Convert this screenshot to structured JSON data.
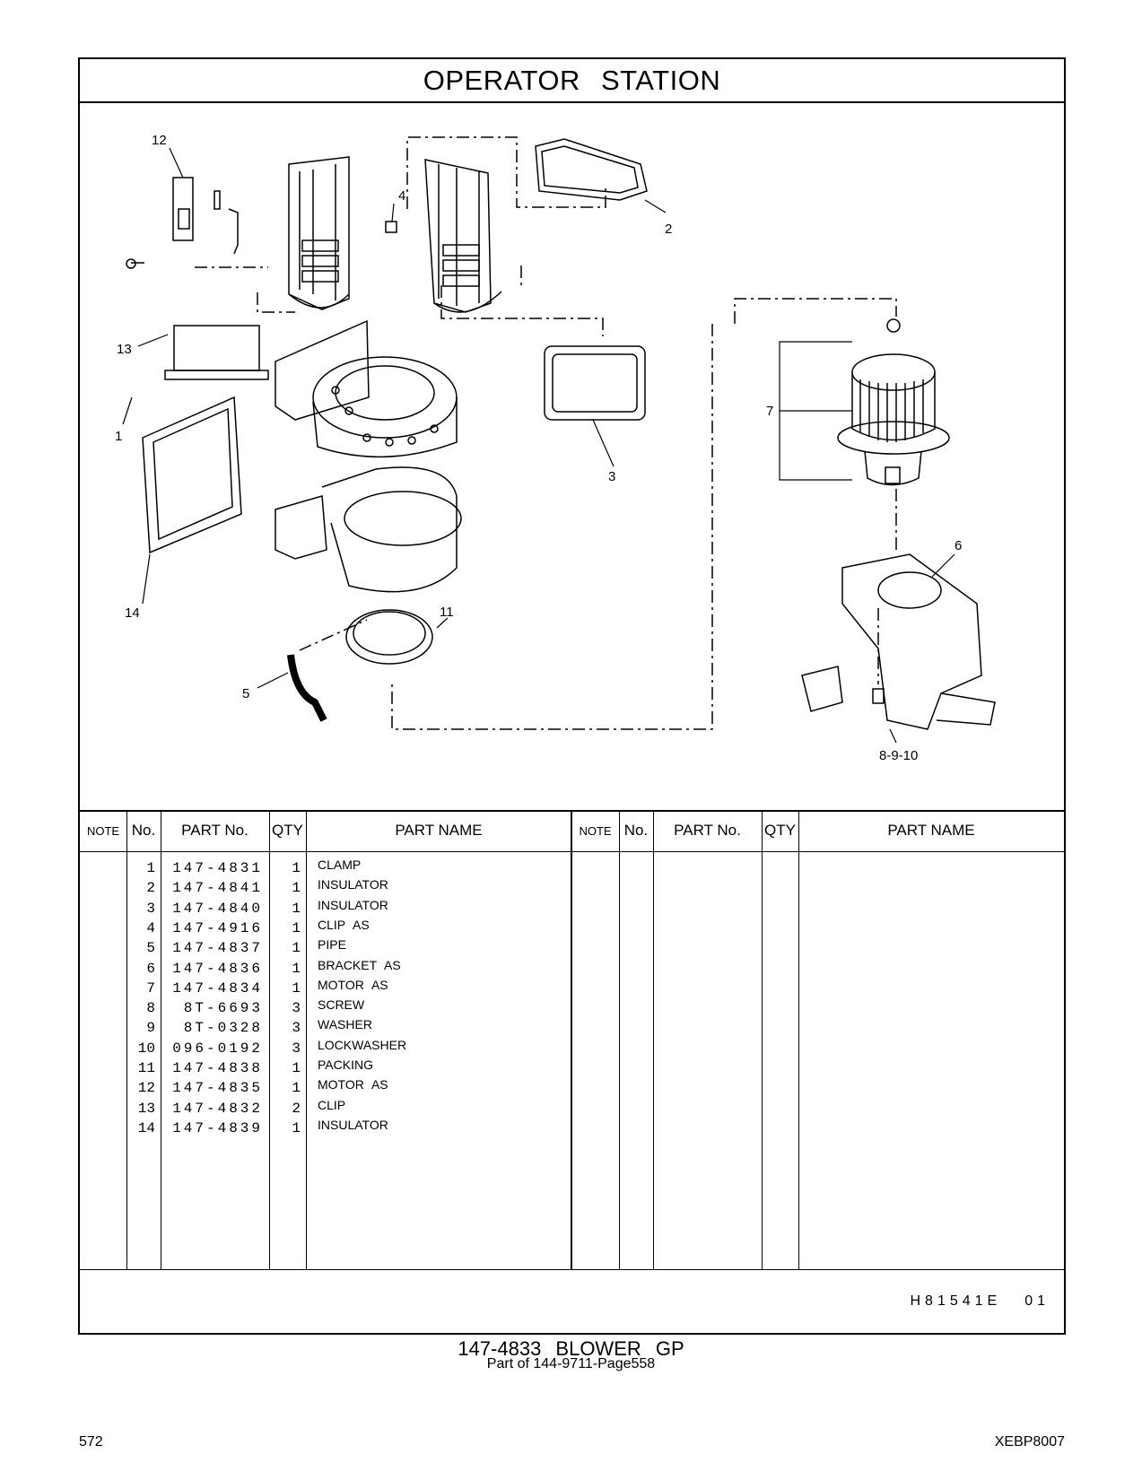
{
  "header": {
    "title": "OPERATOR   STATION"
  },
  "callouts": [
    "12",
    "4",
    "2",
    "13",
    "1",
    "7",
    "3",
    "6",
    "14",
    "11",
    "5",
    "8-9-10"
  ],
  "table": {
    "columns": {
      "note": "NOTE",
      "no": "No.",
      "part_no": "PART No.",
      "qty": "QTY",
      "part_name": "PART NAME"
    },
    "rows": [
      {
        "no": "1",
        "part_no": "147-4831",
        "qty": "1",
        "name": "CLAMP"
      },
      {
        "no": "2",
        "part_no": "147-4841",
        "qty": "1",
        "name": "INSULATOR"
      },
      {
        "no": "3",
        "part_no": "147-4840",
        "qty": "1",
        "name": "INSULATOR"
      },
      {
        "no": "4",
        "part_no": "147-4916",
        "qty": "1",
        "name": "CLIP AS"
      },
      {
        "no": "5",
        "part_no": "147-4837",
        "qty": "1",
        "name": "PIPE"
      },
      {
        "no": "6",
        "part_no": "147-4836",
        "qty": "1",
        "name": "BRACKET AS"
      },
      {
        "no": "7",
        "part_no": "147-4834",
        "qty": "1",
        "name": "MOTOR AS"
      },
      {
        "no": "8",
        "part_no": "8T-6693",
        "qty": "3",
        "name": "SCREW"
      },
      {
        "no": "9",
        "part_no": "8T-0328",
        "qty": "3",
        "name": "WASHER"
      },
      {
        "no": "10",
        "part_no": "096-0192",
        "qty": "3",
        "name": "LOCKWASHER"
      },
      {
        "no": "11",
        "part_no": "147-4838",
        "qty": "1",
        "name": "PACKING"
      },
      {
        "no": "12",
        "part_no": "147-4835",
        "qty": "1",
        "name": "MOTOR AS"
      },
      {
        "no": "13",
        "part_no": "147-4832",
        "qty": "2",
        "name": "CLIP"
      },
      {
        "no": "14",
        "part_no": "147-4839",
        "qty": "1",
        "name": "INSULATOR"
      }
    ]
  },
  "footer": {
    "illustration_code": "H81541E",
    "illustration_rev": "01",
    "group_title": "147-4833  BLOWER  GP",
    "group_parent": "Part of 144-9711-Page558",
    "page_number": "572",
    "doc_id": "XEBP8007"
  }
}
